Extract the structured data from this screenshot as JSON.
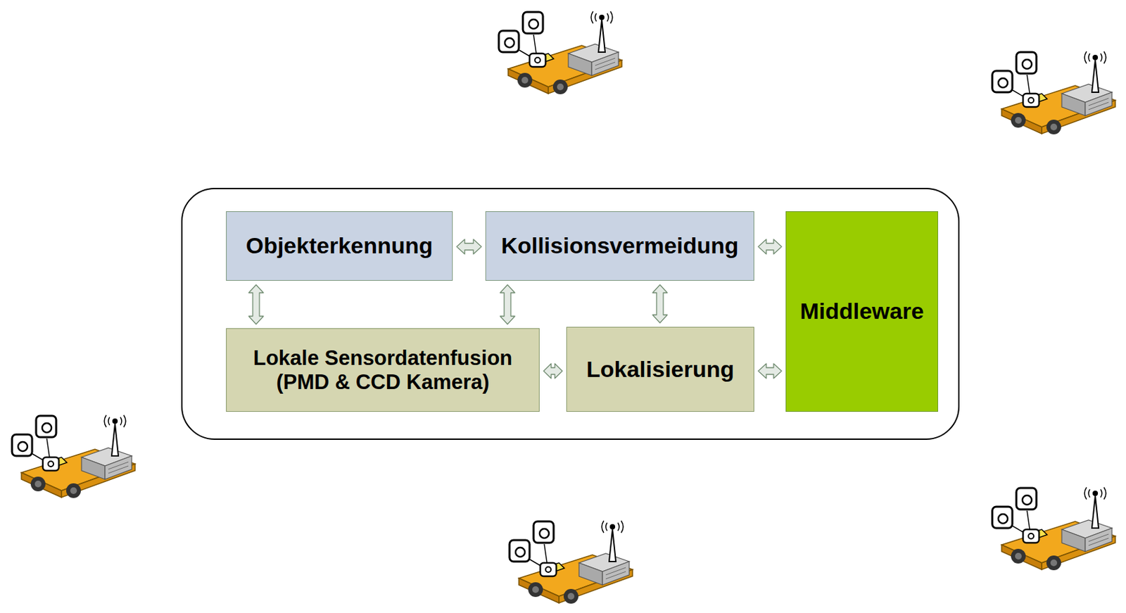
{
  "diagram": {
    "nodes": [
      {
        "text": [
          "Objekterkennung"
        ]
      },
      {
        "text": [
          "Kollisionsvermeidung"
        ]
      },
      {
        "text": [
          "Middleware"
        ]
      },
      {
        "text": [
          "Lokale Sensordatenfusion (PMD & CCD Kamera)"
        ]
      },
      {
        "text": [
          "Lokalisierung"
        ]
      }
    ],
    "edges": [
      {
        "from": 0,
        "to": 1,
        "arrow": "both"
      },
      {
        "from": 1,
        "to": 2,
        "arrow": "both"
      },
      {
        "from": 0,
        "to": 3,
        "arrow": "both"
      },
      {
        "from": 1,
        "to": 3,
        "arrow": "both"
      },
      {
        "from": 1,
        "to": 4,
        "arrow": "both"
      },
      {
        "from": 3,
        "to": 4,
        "arrow": "both"
      },
      {
        "from": 4,
        "to": 2,
        "arrow": "both"
      }
    ]
  }
}
